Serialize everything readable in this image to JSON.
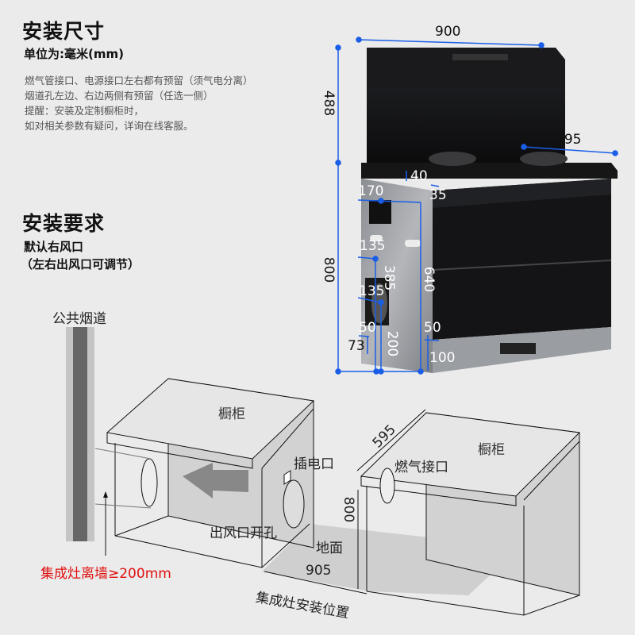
{
  "install_size": {
    "title": "安装尺寸",
    "unit": "单位为:毫米(mm)",
    "notes": [
      "燃气管接口、电源接口左右都有预留（须气电分离）",
      "烟道孔左边、右边两侧有预留（任选一侧）",
      "提醒：安装及定制橱柜时，",
      "如对相关参数有疑问，详询在线客服。"
    ]
  },
  "install_req": {
    "title": "安装要求",
    "line1": "默认右风口",
    "line2": "（左右出风口可调节）"
  },
  "product_dims": {
    "width": "900",
    "hood_height": "488",
    "depth": "595",
    "total_height": "800",
    "d40": "40",
    "d35": "35",
    "d170": "170",
    "d135a": "135",
    "d135b": "135",
    "d385": "385",
    "d640": "640",
    "d50a": "50",
    "d50b": "50",
    "d73": "73",
    "d200": "200",
    "d100": "100"
  },
  "scene": {
    "flue": "公共烟道",
    "cabinet_left": "橱柜",
    "cabinet_right": "橱柜",
    "power": "插电口",
    "gas": "燃气接口",
    "vent_hole": "出风口开孔",
    "floor": "地面",
    "d595": "595",
    "d800": "800",
    "d905": "905",
    "install_pos": "集成灶安装位置",
    "wall_warning": "集成灶离墙≥200mm"
  },
  "colors": {
    "dim_line": "#1a5ee8",
    "warning": "#e01010",
    "background": "#ebebeb"
  }
}
